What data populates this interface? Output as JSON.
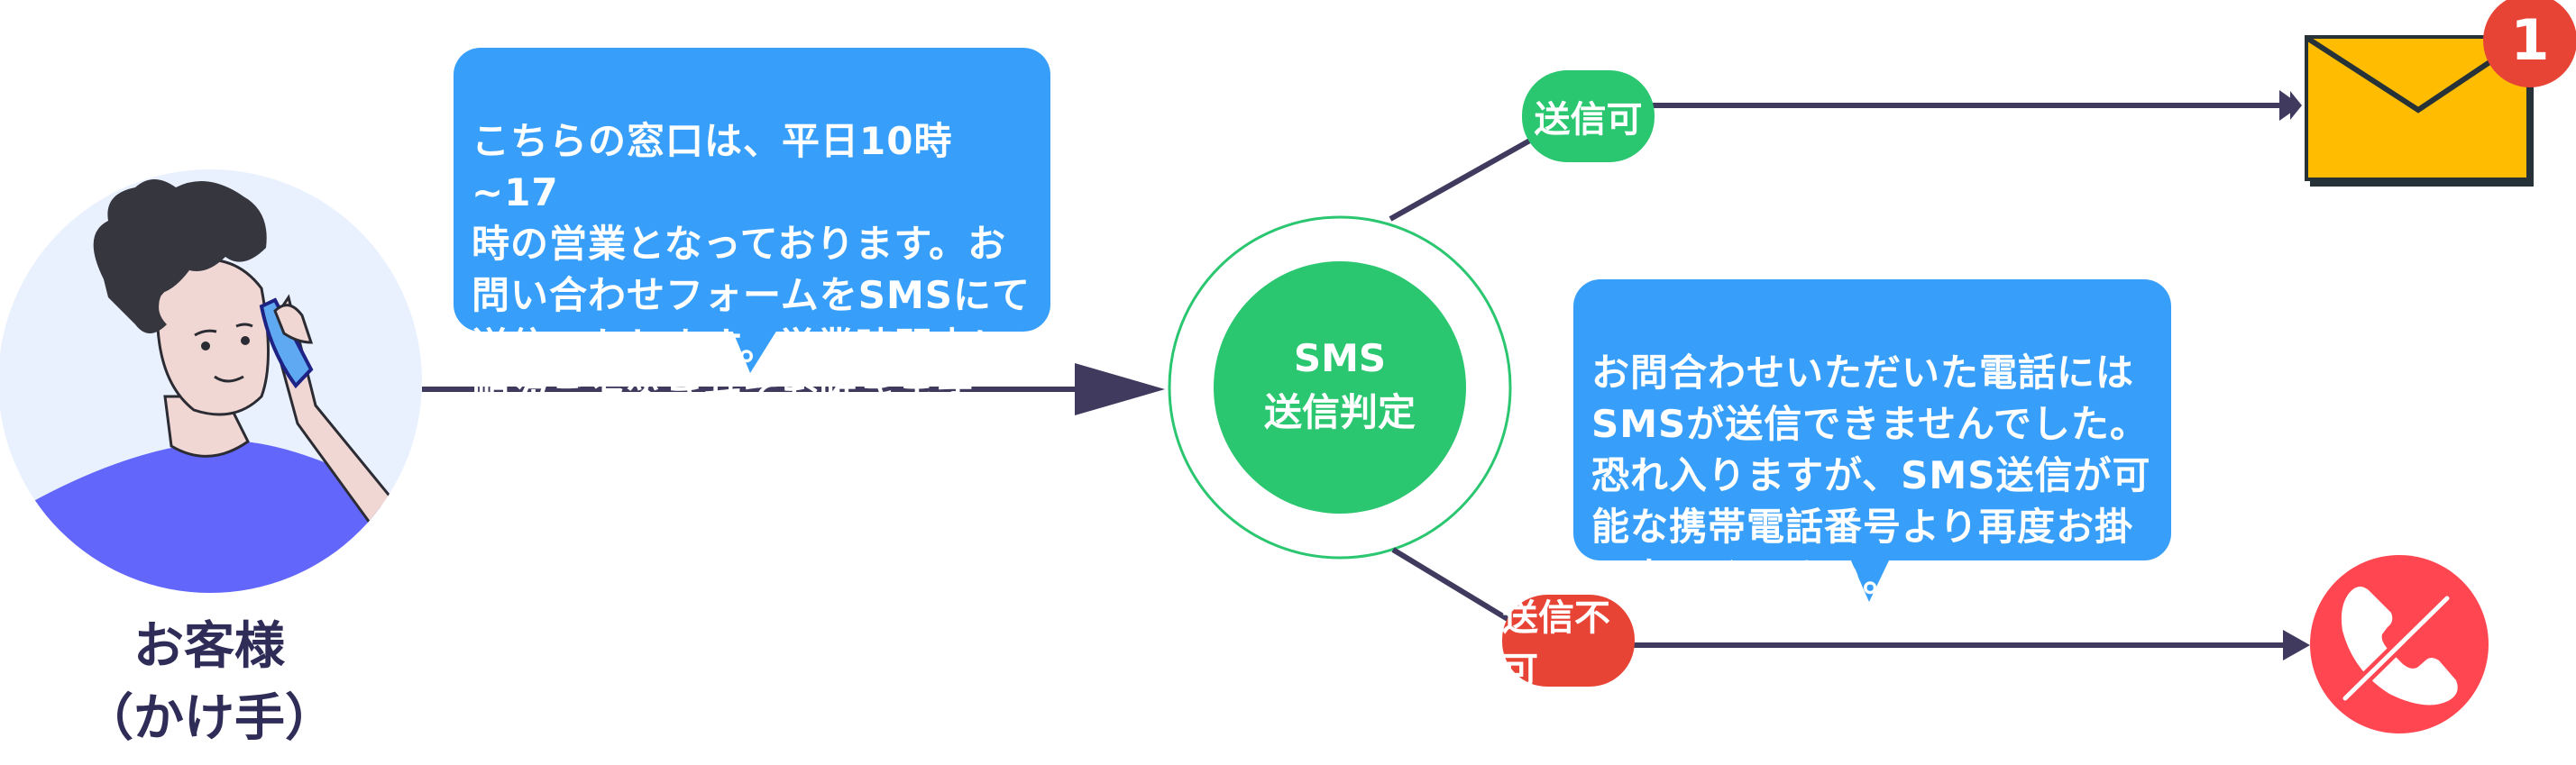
{
  "caller": {
    "label_line1": "お客様",
    "label_line2": "（かけ手）",
    "icon": "person-on-phone-illustration"
  },
  "bubble_top": {
    "text": "こちらの窓口は、平日10時~17\n時の営業となっております。お\n問い合わせフォームをSMSにて\n送信いたします。営業時間内に\n順次ご返答させてお唯きます。"
  },
  "decision": {
    "line1": "SMS",
    "line2": "送信判定"
  },
  "branch_ok": {
    "label": "送信可",
    "result_icon": "envelope-icon",
    "badge_count": "1"
  },
  "branch_ng": {
    "label": "送信不可",
    "result_icon": "phone-off-icon",
    "bubble_text": "お問合わせいただいた電話には\nSMSが送信できませんでした。\n恐れ入りますが、SMS送信が可\n能な携帯電話番号より再度お掛\nけ直しください。"
  },
  "colors": {
    "line": "#3F3A5E",
    "bubble": "#379FF9",
    "green": "#2AC670",
    "red_pill": "#E84436",
    "red_phone": "#FF4651",
    "envelope": "#FFBC00",
    "text_dark": "#2F2D58"
  }
}
